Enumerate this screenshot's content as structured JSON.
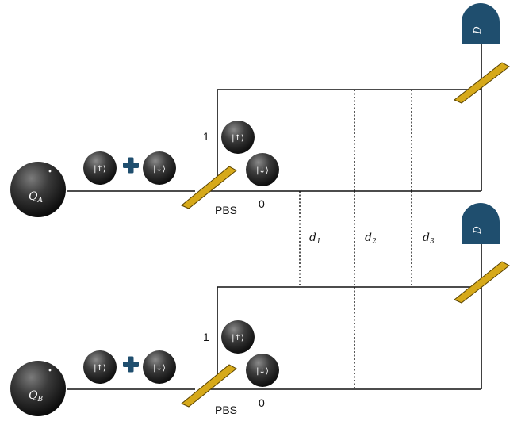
{
  "colors": {
    "mirror": "#d6a91a",
    "detector": "#1f4e6e",
    "plus": "#1f4e6e",
    "qubit_sphere": "#2a2a2a",
    "wire": "#111111"
  },
  "labels": {
    "qubit_a_main": "Q",
    "qubit_a_sub": "A",
    "qubit_b_main": "Q",
    "qubit_b_sub": "B",
    "ket_up": "|↑⟩",
    "ket_down": "|↓⟩",
    "pbs": "PBS",
    "port_1": "1",
    "port_0": "0",
    "detector": "D",
    "d1_main": "d",
    "d1_sub": "1",
    "d2_main": "d",
    "d2_sub": "2",
    "d3_main": "d",
    "d3_sub": "3"
  },
  "icons": {
    "plus": "plus-icon",
    "detector": "detector-icon",
    "mirror": "mirror-icon"
  }
}
